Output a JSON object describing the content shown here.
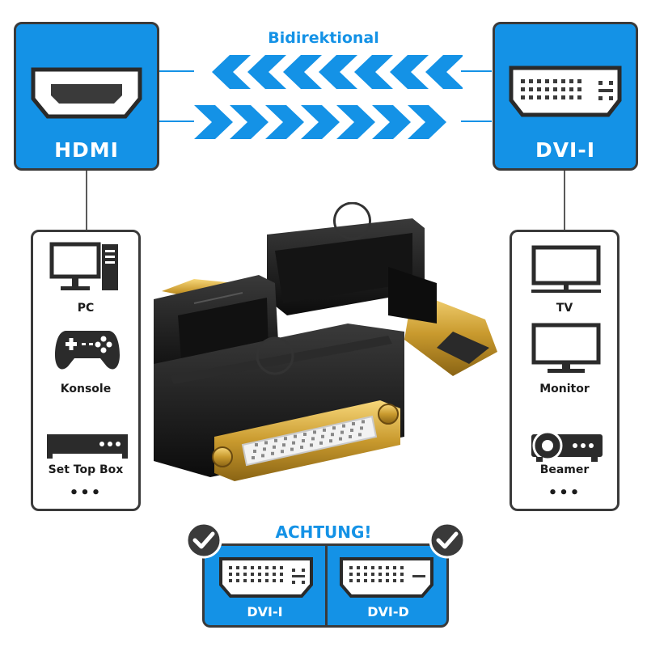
{
  "colors": {
    "accent": "#1492e6",
    "border": "#3a3a3a"
  },
  "header": {
    "direction_label": "Bidirektional"
  },
  "left_port": {
    "label": "HDMI",
    "icon": "hdmi-port-icon"
  },
  "right_port": {
    "label": "DVI-I",
    "icon": "dvi-i-port-icon"
  },
  "left_panel": {
    "items": [
      {
        "label": "PC",
        "icon": "pc-icon"
      },
      {
        "label": "Konsole",
        "icon": "gamepad-icon"
      },
      {
        "label": "Set Top Box",
        "icon": "set-top-box-icon"
      }
    ],
    "more": "•••"
  },
  "right_panel": {
    "items": [
      {
        "label": "TV",
        "icon": "tv-icon"
      },
      {
        "label": "Monitor",
        "icon": "monitor-icon"
      },
      {
        "label": "Beamer",
        "icon": "projector-icon"
      }
    ],
    "more": "•••"
  },
  "warning": {
    "title": "ACHTUNG!",
    "connectors": [
      {
        "label": "DVI-I",
        "icon": "dvi-i-icon",
        "status": "check-icon"
      },
      {
        "label": "DVI-D",
        "icon": "dvi-d-icon",
        "status": "check-icon"
      }
    ]
  },
  "product": {
    "image": "hdmi-dvi-adapter-photo"
  }
}
